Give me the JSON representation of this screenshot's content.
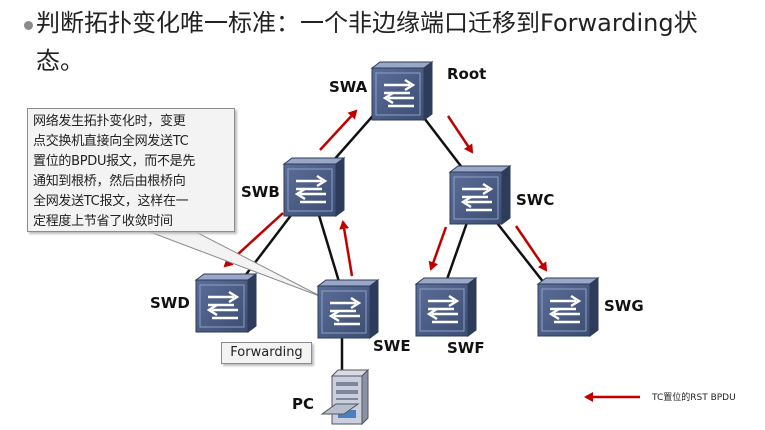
{
  "heading": {
    "line1": "判断拓扑变化唯一标准：一个非边缘端口迁移到Forwarding状",
    "line2": "态。"
  },
  "switches": {
    "swa": "SWA",
    "swb": "SWB",
    "swc": "SWC",
    "swd": "SWD",
    "swe": "SWE",
    "swf": "SWF",
    "swg": "SWG"
  },
  "root_label": "Root",
  "pc_label": "PC",
  "callout": {
    "lines": [
      "网络发生拓扑变化时，变更",
      "点交换机直接向全网发送TC",
      "置位的BPDU报文，而不是先",
      "通知到根桥，然后由根桥向",
      "全网发送TC报文，这样在一",
      "定程度上节省了收敛时间"
    ]
  },
  "forwarding_label": "Forwarding",
  "legend": {
    "label": "TC置位的RST BPDU"
  },
  "colors": {
    "switch_fill": "#4a5d86",
    "switch_dark": "#2e3c5c",
    "link": "#111111",
    "arrow": "#c00000"
  },
  "icons": {
    "switch": "switch-icon",
    "pc": "pc-icon",
    "arrow": "arrow-icon"
  }
}
